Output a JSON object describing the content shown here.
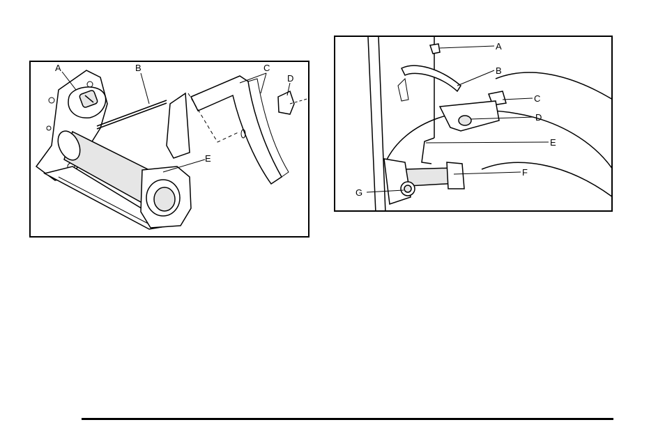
{
  "left_diagram": {
    "callouts": [
      "A",
      "B",
      "C",
      "D",
      "E"
    ]
  },
  "right_diagram": {
    "callouts": [
      "A",
      "B",
      "C",
      "D",
      "E",
      "F",
      "G"
    ]
  }
}
